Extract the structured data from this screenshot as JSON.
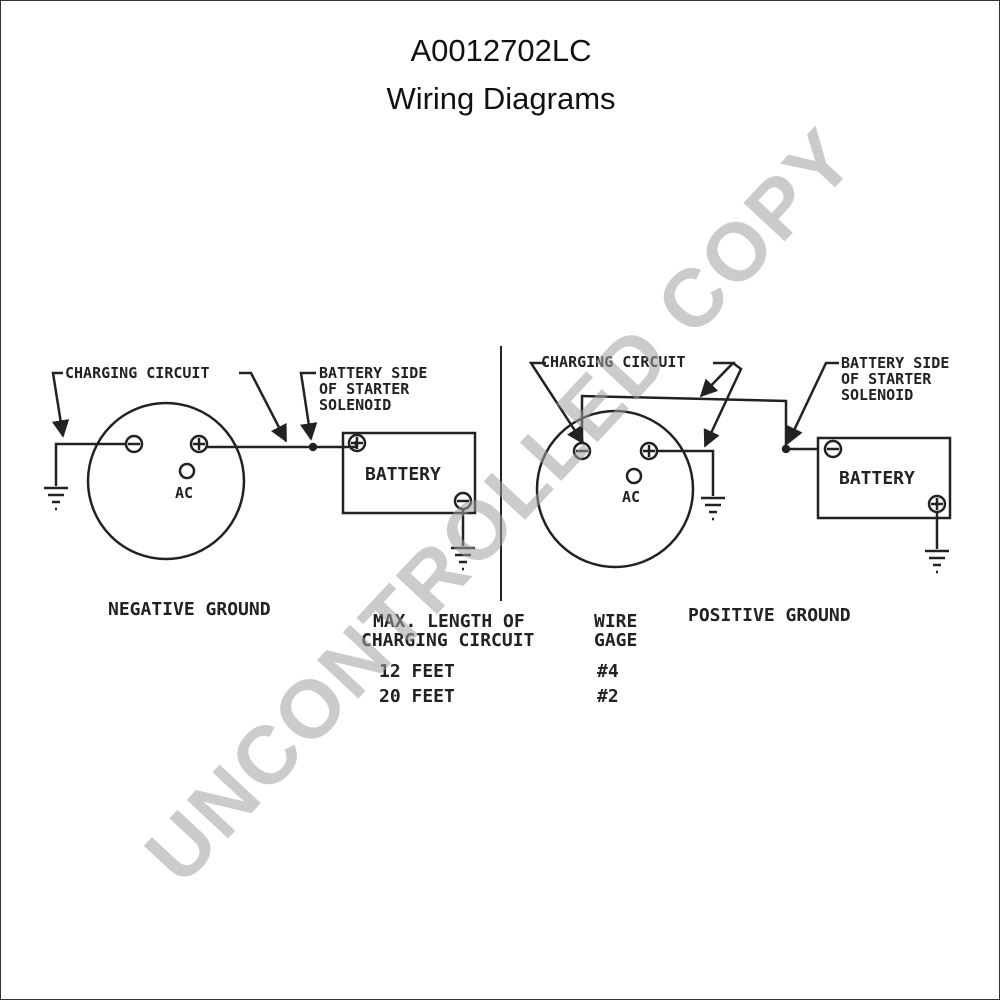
{
  "header": {
    "part_number": "A0012702LC",
    "subtitle": "Wiring Diagrams"
  },
  "watermark": "UNCONTROLLED COPY",
  "left_diagram": {
    "charging_label": "CHARGING CIRCUIT",
    "battery_side_line1": "BATTERY SIDE",
    "battery_side_line2": "OF STARTER",
    "battery_side_line3": "SOLENOID",
    "battery_label": "BATTERY",
    "ac_label": "AC",
    "caption": "NEGATIVE GROUND"
  },
  "right_diagram": {
    "charging_label": "CHARGING CIRCUIT",
    "battery_side_line1": "BATTERY SIDE",
    "battery_side_line2": "OF STARTER",
    "battery_side_line3": "SOLENOID",
    "battery_label": "BATTERY",
    "ac_label": "AC",
    "caption": "POSITIVE GROUND"
  },
  "table": {
    "header_length_line1": "MAX. LENGTH OF",
    "header_length_line2": "CHARGING CIRCUIT",
    "header_gage_line1": "WIRE",
    "header_gage_line2": "GAGE",
    "rows": [
      {
        "length": "12 FEET",
        "gage": "#4"
      },
      {
        "length": "20 FEET",
        "gage": "#2"
      }
    ]
  },
  "symbols": {
    "plus": "+",
    "minus": "−"
  },
  "colors": {
    "line": "#222222",
    "watermark": "#a0a0a0"
  }
}
